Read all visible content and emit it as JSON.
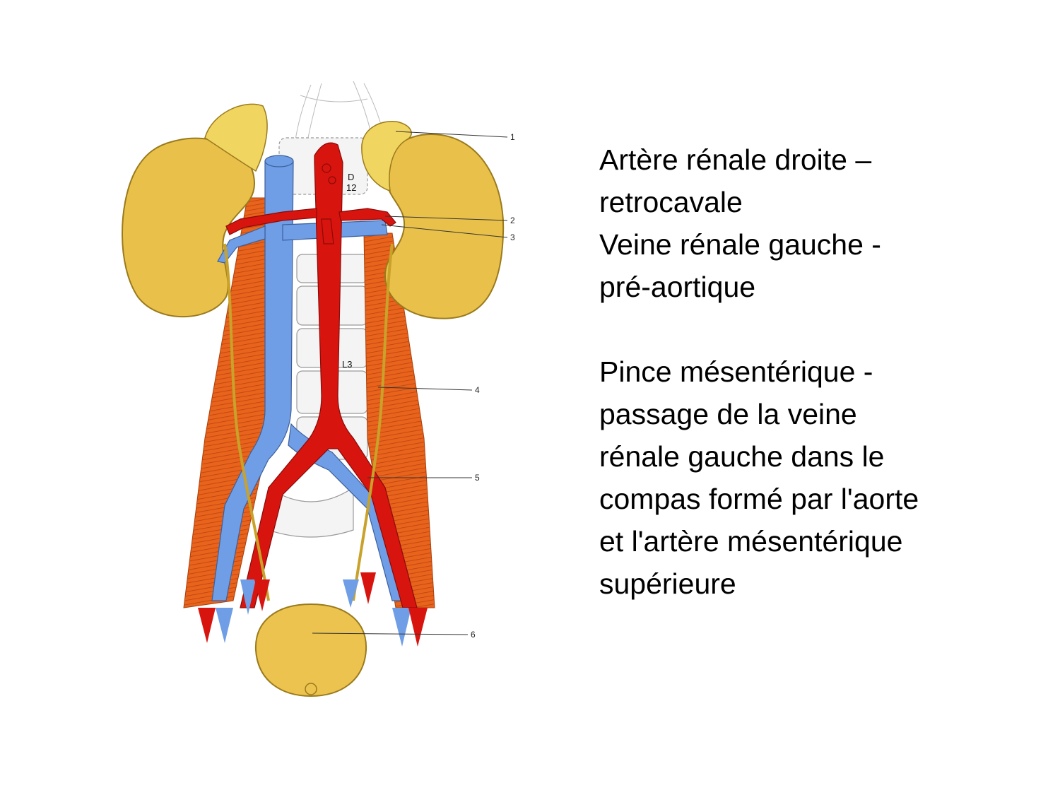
{
  "diagram": {
    "colors": {
      "kidney": "#e9c14a",
      "kidney_outline": "#9a7a1c",
      "adrenal": "#f0d560",
      "artery": "#d8140f",
      "vein": "#6f9ee6",
      "muscle": "#e8631b",
      "ureter": "#d8b23a",
      "bladder": "#ecc34e",
      "vertebra": "#f4f4f4"
    },
    "vertebra_labels": {
      "d12_top": "D",
      "d12_bottom": "12",
      "l3": "L3"
    },
    "callouts": [
      "1",
      "2",
      "3",
      "4",
      "5",
      "6"
    ]
  },
  "text": {
    "block1": [
      "Artère rénale droite –",
      "retrocavale",
      "Veine rénale gauche -",
      "pré-aortique"
    ],
    "block2": [
      "Pince mésentérique -",
      "passage de la veine",
      "rénale gauche dans le",
      "compas formé par l'aorte",
      "et l'artère mésentérique",
      "supérieure"
    ]
  }
}
